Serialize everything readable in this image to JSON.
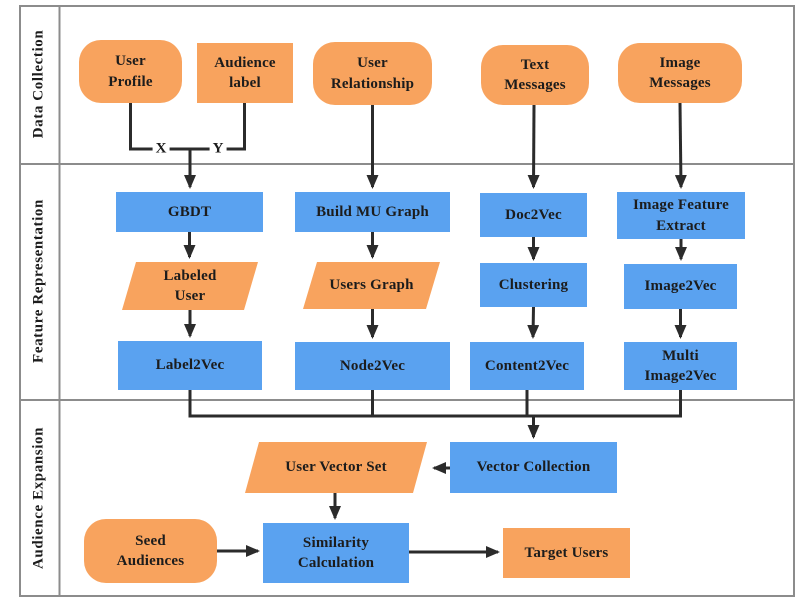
{
  "bands": [
    {
      "label": "Data Collection"
    },
    {
      "label": "Feature Representation"
    },
    {
      "label": "Audience Expansion"
    }
  ],
  "nodes": {
    "user_profile": {
      "label": [
        "User",
        "Profile"
      ]
    },
    "audience_label": {
      "label": [
        "Audience",
        "label"
      ]
    },
    "user_relationship": {
      "label": [
        "User",
        "Relationship"
      ]
    },
    "text_messages": {
      "label": [
        "Text",
        "Messages"
      ]
    },
    "image_messages": {
      "label": [
        "Image",
        "Messages"
      ]
    },
    "gbdt": {
      "label": "GBDT"
    },
    "build_mu_graph": {
      "label": "Build MU Graph"
    },
    "doc2vec": {
      "label": "Doc2Vec"
    },
    "image_feature_extract": {
      "label": [
        "Image Feature",
        "Extract"
      ]
    },
    "labeled_user": {
      "label": [
        "Labeled",
        "User"
      ]
    },
    "users_graph": {
      "label": "Users Graph"
    },
    "clustering": {
      "label": "Clustering"
    },
    "image2vec": {
      "label": "Image2Vec"
    },
    "label2vec": {
      "label": "Label2Vec"
    },
    "node2vec": {
      "label": "Node2Vec"
    },
    "content2vec": {
      "label": "Content2Vec"
    },
    "multi_image2vec": {
      "label": [
        "Multi",
        "Image2Vec"
      ]
    },
    "user_vector_set": {
      "label": "User Vector Set"
    },
    "vector_collection": {
      "label": "Vector Collection"
    },
    "seed_audiences": {
      "label": [
        "Seed",
        "Audiences"
      ]
    },
    "similarity_calculation": {
      "label": [
        "Similarity",
        "Calculation"
      ]
    },
    "target_users": {
      "label": "Target Users"
    }
  },
  "edge_labels": {
    "x": "X",
    "y": "Y"
  },
  "colors": {
    "node_orange": "#F8A35E",
    "node_blue": "#5AA2F0",
    "connector": "#2B2B2B",
    "frame_border": "#8C8C8C",
    "text": "#1C1C1C",
    "background": "#FFFFFF"
  }
}
